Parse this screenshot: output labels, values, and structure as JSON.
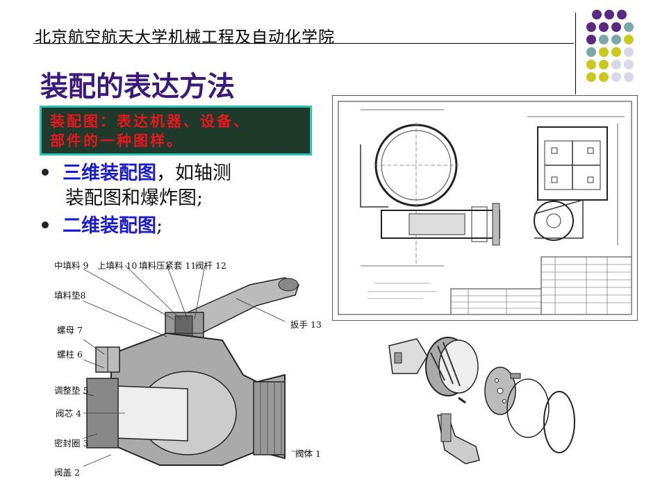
{
  "header": {
    "institution": "北京航空航天大学机械工程及自动化学院"
  },
  "title": "装配的表达方法",
  "definition": {
    "line1": "装配图：表达机器、设备、",
    "line2": "部件的一种图样。"
  },
  "bullets": [
    {
      "highlight": "三维装配图",
      "rest": "，如轴测",
      "line2": "装配图和爆炸图;"
    },
    {
      "highlight": "二维装配图",
      "rest": ";"
    }
  ],
  "valve_labels": [
    "中填料 9",
    "上填料 10",
    "填料压紧套 11",
    "阀杆 12",
    "填料垫8",
    "螺母 7",
    "螺柱 6",
    "调整垫 5",
    "阀芯 4",
    "密封圈 3",
    "阀盖 2",
    "阀体 1",
    "扳手 13"
  ],
  "colors": {
    "title": "#3a1a7a",
    "highlight": "#1a1ad0",
    "definition_text": "#e8161d",
    "definition_bg": "#1f3a2a",
    "definition_border": "#2bc6b4"
  },
  "decor_dots": [
    "#5a2a82",
    "#5a2a82",
    "#5a2a82",
    "#5a2a82",
    "#5a2a82",
    "#7aa8a8",
    "#5a2a82",
    "#7aa8a8",
    "#c8c820",
    "#7aa8a8",
    "#c8c820",
    "#d8d8ea",
    "#c8c820",
    "#d8d8ea",
    "#d8d8ea"
  ]
}
